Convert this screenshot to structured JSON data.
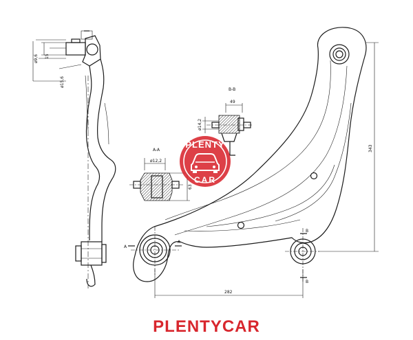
{
  "dimensions": {
    "ball_joint_d1": "ø9,6",
    "ball_joint_d2": "15",
    "ball_joint_d3": "ø15,6",
    "section_bb_label": "B-B",
    "section_bb_width": "49",
    "section_bb_dia": "ø14,2",
    "section_aa_label": "A-A",
    "section_aa_dia": "ø12,2",
    "section_aa_width": "63",
    "height": "343",
    "span": "282",
    "mark_a": "A",
    "mark_b": "B"
  },
  "watermark": {
    "line1": "PLENTY",
    "line2": "CAR",
    "color": "#d8262d"
  },
  "brand": {
    "name": "PLENTYCAR",
    "color": "#d8262d"
  }
}
